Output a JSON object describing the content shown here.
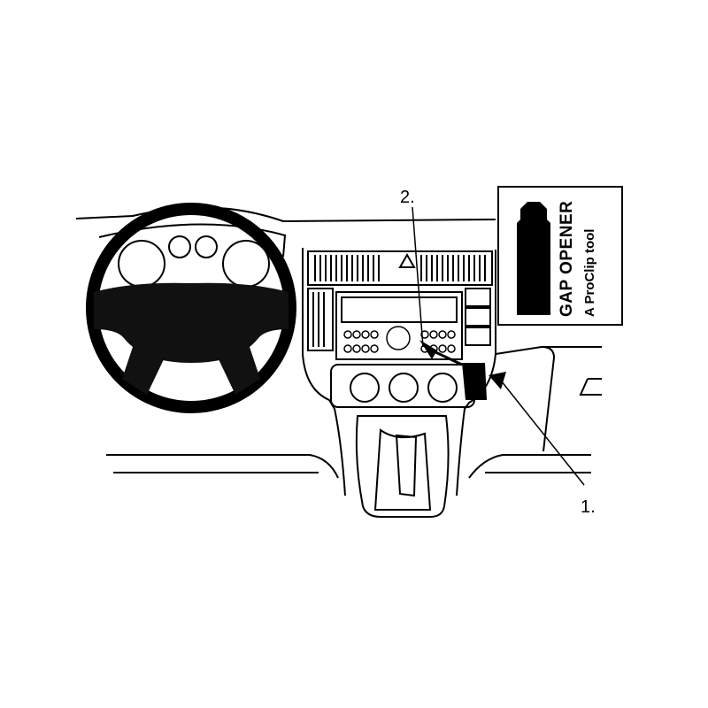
{
  "callouts": {
    "one": "1.",
    "two": "2."
  },
  "gap_opener": {
    "title": "GAP OPENER",
    "subtitle": "A ProClip tool"
  },
  "colors": {
    "ink": "#000000",
    "paper": "#ffffff"
  }
}
